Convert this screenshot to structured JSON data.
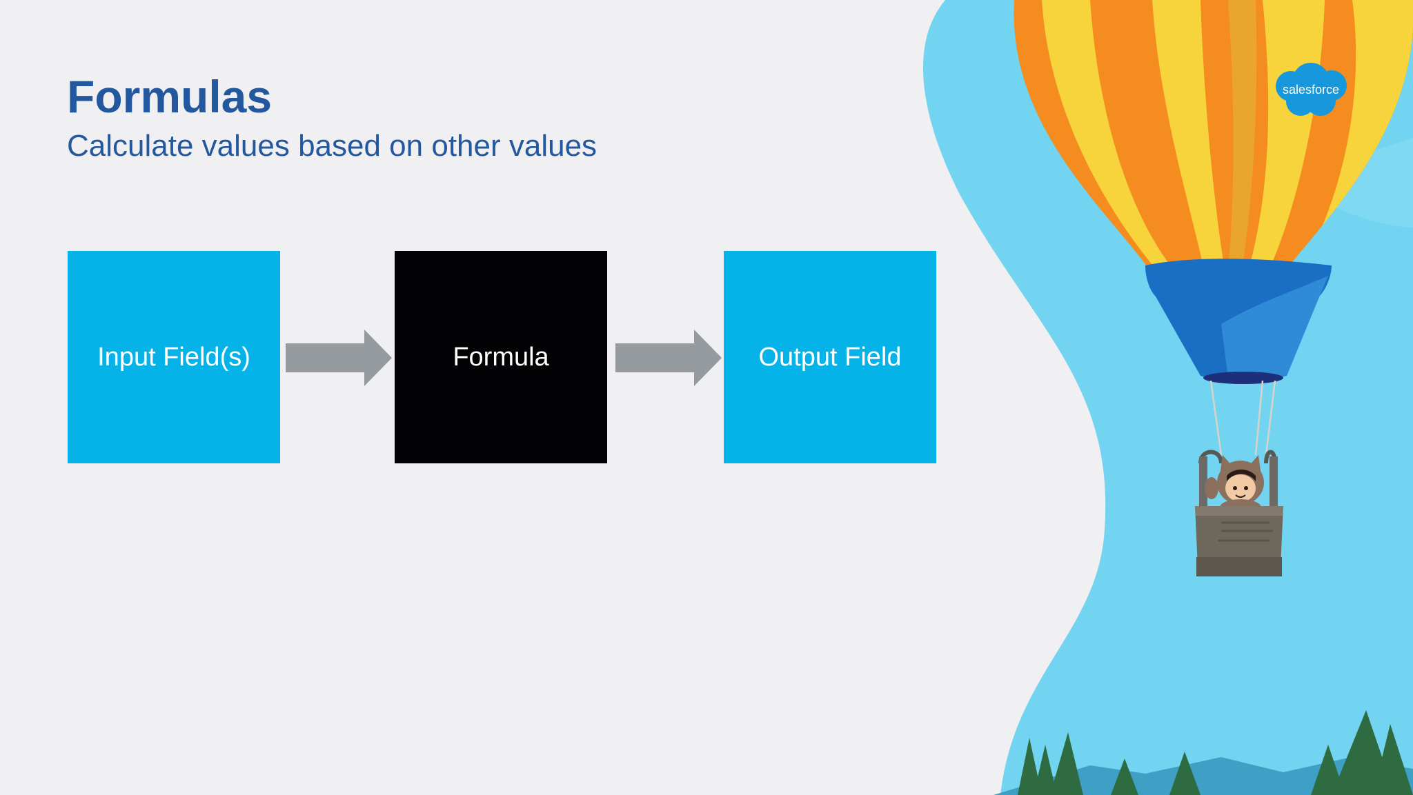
{
  "slide": {
    "title": "Formulas",
    "subtitle": "Calculate values based on other values"
  },
  "diagram": {
    "nodes": [
      {
        "id": "input",
        "label": "Input Field(s)",
        "color": "#06b3e8"
      },
      {
        "id": "formula",
        "label": "Formula",
        "color": "#030305"
      },
      {
        "id": "output",
        "label": "Output Field",
        "color": "#06b3e8"
      }
    ],
    "edges": [
      {
        "from": "input",
        "to": "formula"
      },
      {
        "from": "formula",
        "to": "output"
      }
    ],
    "arrow_color": "#959a9e"
  },
  "brand": {
    "logo_text": "salesforce",
    "logo_color": "#1798dc"
  },
  "colors": {
    "title": "#24589e",
    "sky": "#72d4f1",
    "balloon_orange": "#f58c1f",
    "balloon_yellow": "#f7d43c",
    "basket_blue": "#1a6fc4"
  },
  "icons": [
    "salesforce-logo",
    "hot-air-balloon-illustration",
    "astro-mascot-icon",
    "pine-tree-icon",
    "mountain-icon"
  ]
}
